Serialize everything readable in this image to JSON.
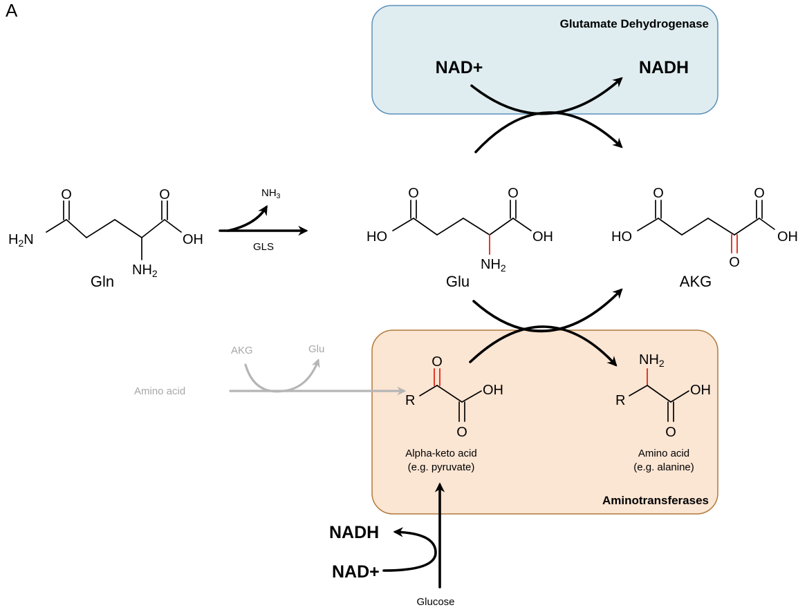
{
  "panel_label": "A",
  "gdh_box": {
    "title": "Glutamate Dehydrogenase",
    "fill": "#dfedf1",
    "stroke": "#5b90b8"
  },
  "at_box": {
    "title": "Aminotransferases",
    "fill": "#fbe5d3",
    "stroke": "#b07a3a"
  },
  "gdh": {
    "cofactor_in": "NAD+",
    "cofactor_out": "NADH"
  },
  "gln": {
    "name": "Gln",
    "o1": "O",
    "o2": "O",
    "nh2_left": "H2N",
    "oh": "OH",
    "nh2_bottom": "NH2"
  },
  "gls": {
    "label": "GLS",
    "byproduct": "NH3"
  },
  "glu": {
    "name": "Glu",
    "o1": "O",
    "o2": "O",
    "ho": "HO",
    "oh": "OH",
    "nh2": "NH2"
  },
  "akg": {
    "name": "AKG",
    "o1": "O",
    "o2": "O",
    "ho": "HO",
    "oh": "OH",
    "o_keto": "O"
  },
  "side": {
    "amino_acid": "Amino acid",
    "akg": "AKG",
    "glu": "Glu"
  },
  "keto_acid": {
    "r": "R",
    "o_top": "O",
    "oh": "OH",
    "o_bottom": "O",
    "line1": "Alpha-keto acid",
    "line2": "(e.g. pyruvate)"
  },
  "amino_acid": {
    "r": "R",
    "nh2": "NH2",
    "oh": "OH",
    "o_bottom": "O",
    "line1": "Amino acid",
    "line2": "(e.g. alanine)"
  },
  "glycolysis": {
    "source": "Glucose",
    "cofactor_in": "NAD+",
    "cofactor_out": "NADH"
  },
  "colors": {
    "highlight_bond": "#e0301e",
    "gray_pathway": "#a7a7a7"
  }
}
